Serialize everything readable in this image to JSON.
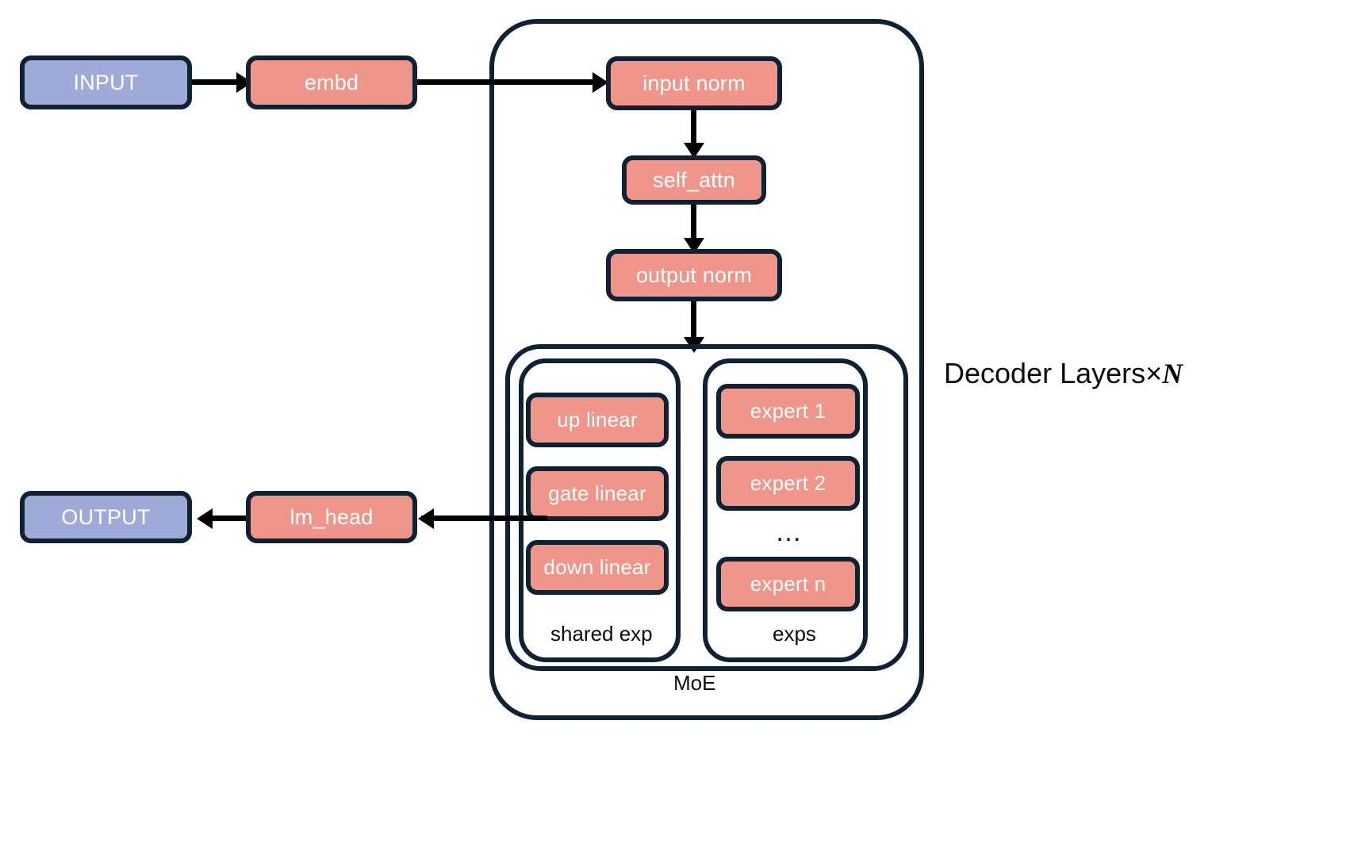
{
  "diagram": {
    "title_label": "Decoder Layers×",
    "title_multiplier": "N",
    "nodes": {
      "input": "INPUT",
      "embd": "embd",
      "input_norm": "input norm",
      "self_attn": "self_attn",
      "output_norm": "output norm",
      "up_linear": "up linear",
      "gate_linear": "gate linear",
      "down_linear": "down linear",
      "expert_1": "expert 1",
      "expert_2": "expert 2",
      "expert_ellipsis": "…",
      "expert_n": "expert n",
      "lm_head": "lm_head",
      "output": "OUTPUT"
    },
    "containers": {
      "decoder": "",
      "moe": "MoE",
      "shared_exp": "shared exp",
      "exps": "exps"
    },
    "colors": {
      "salmon": "#ef9589",
      "blue": "#a0aad8",
      "stroke": "#0e2233",
      "arrow": "#000000",
      "text_on_node": "#ffffff",
      "background": "#ffffff"
    }
  }
}
